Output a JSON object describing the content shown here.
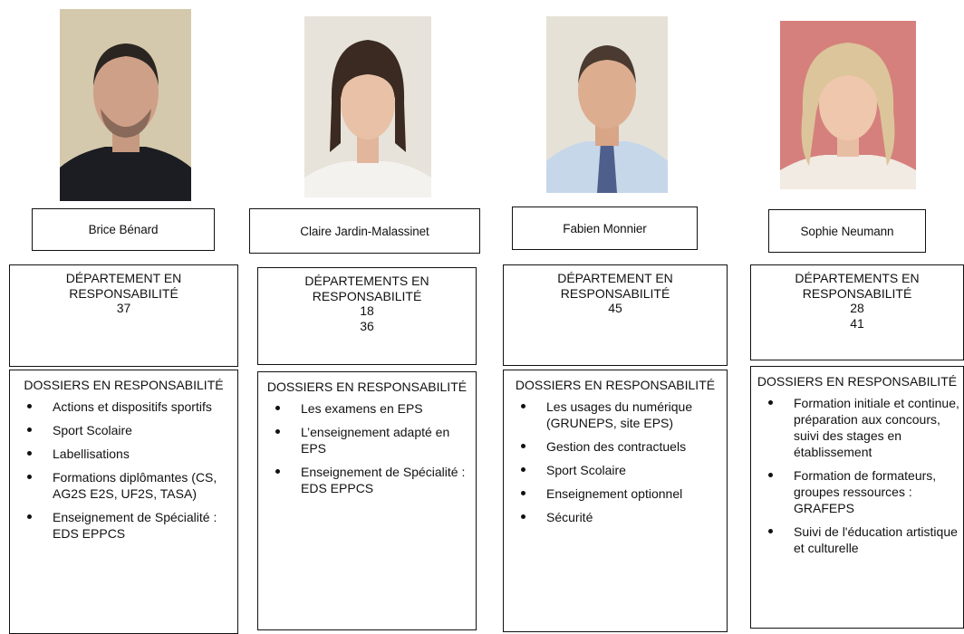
{
  "people": [
    {
      "name": "Brice Bénard",
      "departments_heading": "DÉPARTEMENT EN RESPONSABILITÉ",
      "departments": [
        "37"
      ],
      "dossiers_heading": "DOSSIERS EN RESPONSABILITÉ",
      "dossiers": [
        "Actions et dispositifs sportifs",
        "Sport Scolaire",
        "Labellisations",
        "Formations diplômantes (CS, AG2S E2S, UF2S, TASA)",
        "Enseignement de Spécialité : EDS EPPCS"
      ],
      "photo_bg": "#d4c9ad"
    },
    {
      "name": "Claire Jardin-Malassinet",
      "departments_heading": "DÉPARTEMENTS EN RESPONSABILITÉ",
      "departments": [
        "18",
        "36"
      ],
      "dossiers_heading": "DOSSIERS EN RESPONSABILITÉ",
      "dossiers": [
        "Les examens en EPS",
        "L’enseignement adapté en EPS",
        "Enseignement de Spécialité : EDS EPPCS"
      ],
      "photo_bg": "#e7e3da"
    },
    {
      "name": "Fabien Monnier",
      "departments_heading": "DÉPARTEMENT EN RESPONSABILITÉ",
      "departments": [
        "45"
      ],
      "dossiers_heading": "DOSSIERS EN RESPONSABILITÉ",
      "dossiers": [
        "Les usages du numérique (GRUNEPS, site EPS)",
        "Gestion des contractuels",
        "Sport Scolaire",
        "Enseignement optionnel",
        "Sécurité"
      ],
      "photo_bg": "#e5e1d6"
    },
    {
      "name": "Sophie Neumann",
      "departments_heading": "DÉPARTEMENTS EN RESPONSABILITÉ",
      "departments": [
        "28",
        "41"
      ],
      "dossiers_heading": "DOSSIERS EN RESPONSABILITÉ",
      "dossiers": [
        "Formation initiale et continue, préparation aux concours, suivi des stages en établissement",
        "Formation de formateurs, groupes ressources : GRAFEPS",
        "Suivi de l'éducation artistique et culturelle"
      ],
      "photo_bg": "#d5807c"
    }
  ]
}
